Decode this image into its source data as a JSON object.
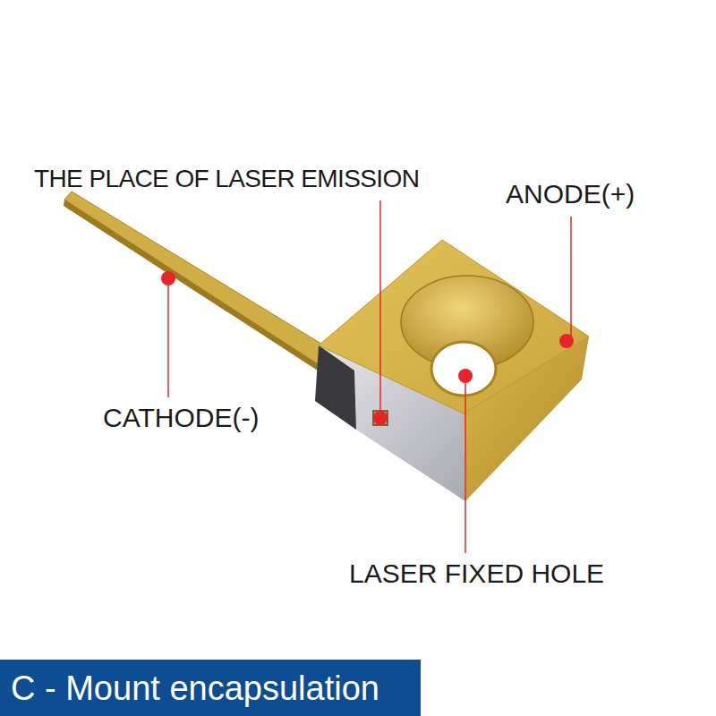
{
  "diagram": {
    "caption": "C - Mount encapsulation",
    "labels": [
      "THE PLACE OF LASER EMISSION",
      "ANODE(+)",
      "CATHODE(-)",
      "LASER FIXED HOLE"
    ]
  }
}
